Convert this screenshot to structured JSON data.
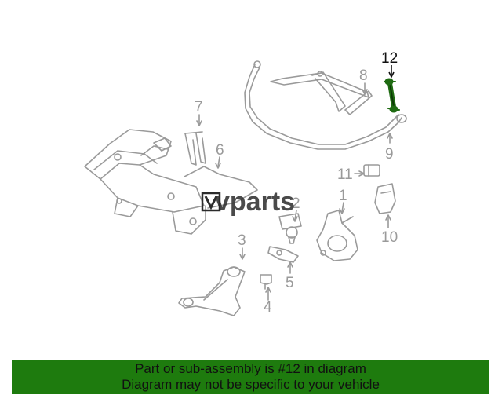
{
  "diagram": {
    "highlight_part": "12",
    "callouts": [
      "12",
      "8",
      "7",
      "6",
      "9",
      "11",
      "1",
      "2",
      "10",
      "3",
      "5",
      "4"
    ],
    "colors": {
      "highlight": "#1f6b12",
      "parts": "#9a9a9a",
      "banner": "#1e7b0e"
    }
  },
  "watermark": {
    "text": "vparts",
    "logo_icon": "v-badge-icon"
  },
  "banner": {
    "line1": "Part or sub-assembly is #12 in diagram",
    "line2": "Diagram may not be specific to your vehicle"
  }
}
